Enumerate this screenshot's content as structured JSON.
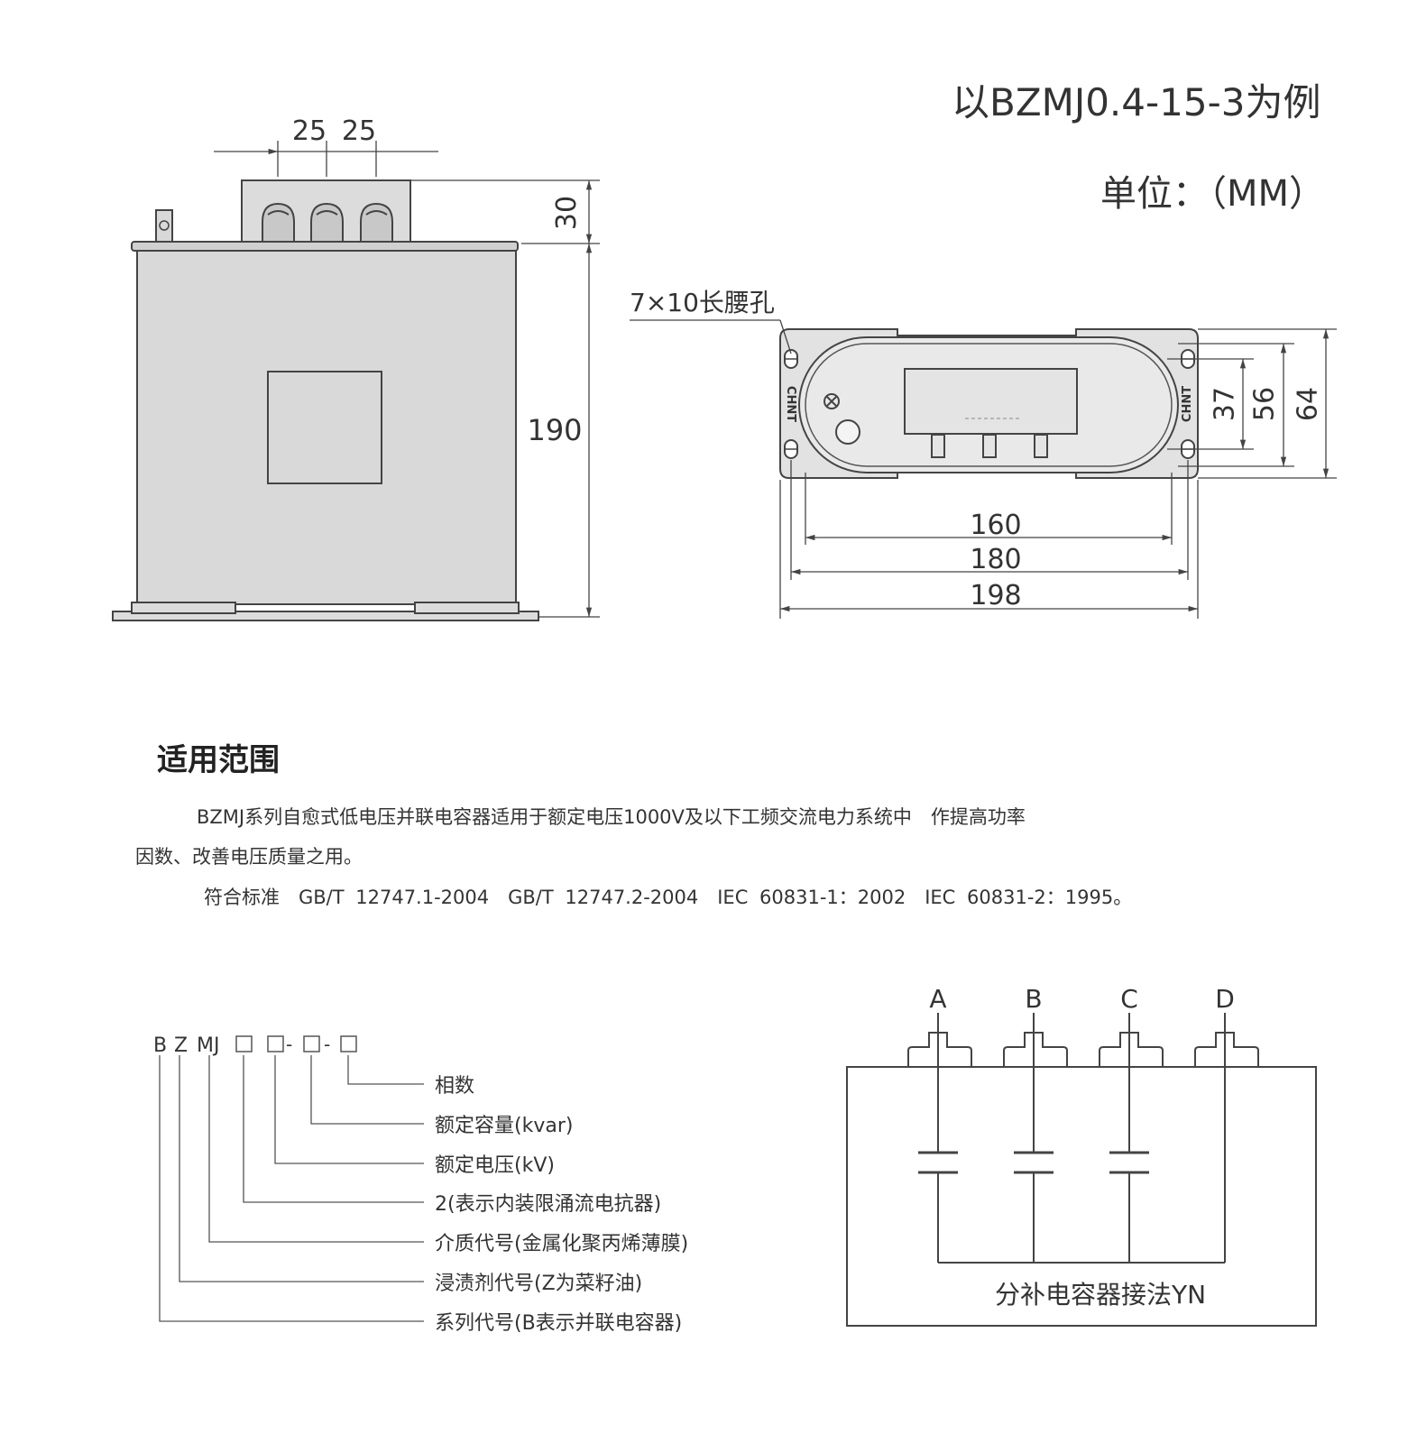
{
  "header": {
    "example_model": "以BZMJ0.4-15-3为例",
    "unit": "单位：（MM）"
  },
  "front_view": {
    "dim_terminal_spacing_1": "25",
    "dim_terminal_spacing_2": "25",
    "dim_terminal_height": "30",
    "dim_body_height": "190"
  },
  "top_view": {
    "hole_label": "7×10长腰孔",
    "brand_left": "CHNT",
    "brand_right": "CHNT",
    "dim_width_1": "160",
    "dim_width_2": "180",
    "dim_width_3": "198",
    "dim_depth_1": "37",
    "dim_depth_2": "56",
    "dim_depth_3": "64"
  },
  "scope": {
    "heading": "适用范围",
    "line1": "BZMJ系列自愈式低电压并联电容器适用于额定电压1000V及以下工频交流电力系统中　作提高功率",
    "line2": "因数、改善电压质量之用。",
    "standards": "符合标准　GB/T 12747.1-2004　GB/T 12747.2-2004　IEC 60831-1：2002　IEC 60831-2：1995。"
  },
  "model_code": {
    "prefix_b": "B",
    "prefix_z": "Z",
    "prefix_mj": "MJ",
    "dash1": "-",
    "dash2": "-",
    "labels": [
      "相数",
      "额定容量(kvar)",
      "额定电压(kV)",
      "2(表示内装限涌流电抗器)",
      "介质代号(金属化聚丙烯薄膜)",
      "浸渍剂代号(Z为菜籽油)",
      "系列代号(B表示并联电容器)"
    ]
  },
  "wiring": {
    "terminals": [
      "A",
      "B",
      "C",
      "D"
    ],
    "caption": "分补电容器接法YN"
  }
}
